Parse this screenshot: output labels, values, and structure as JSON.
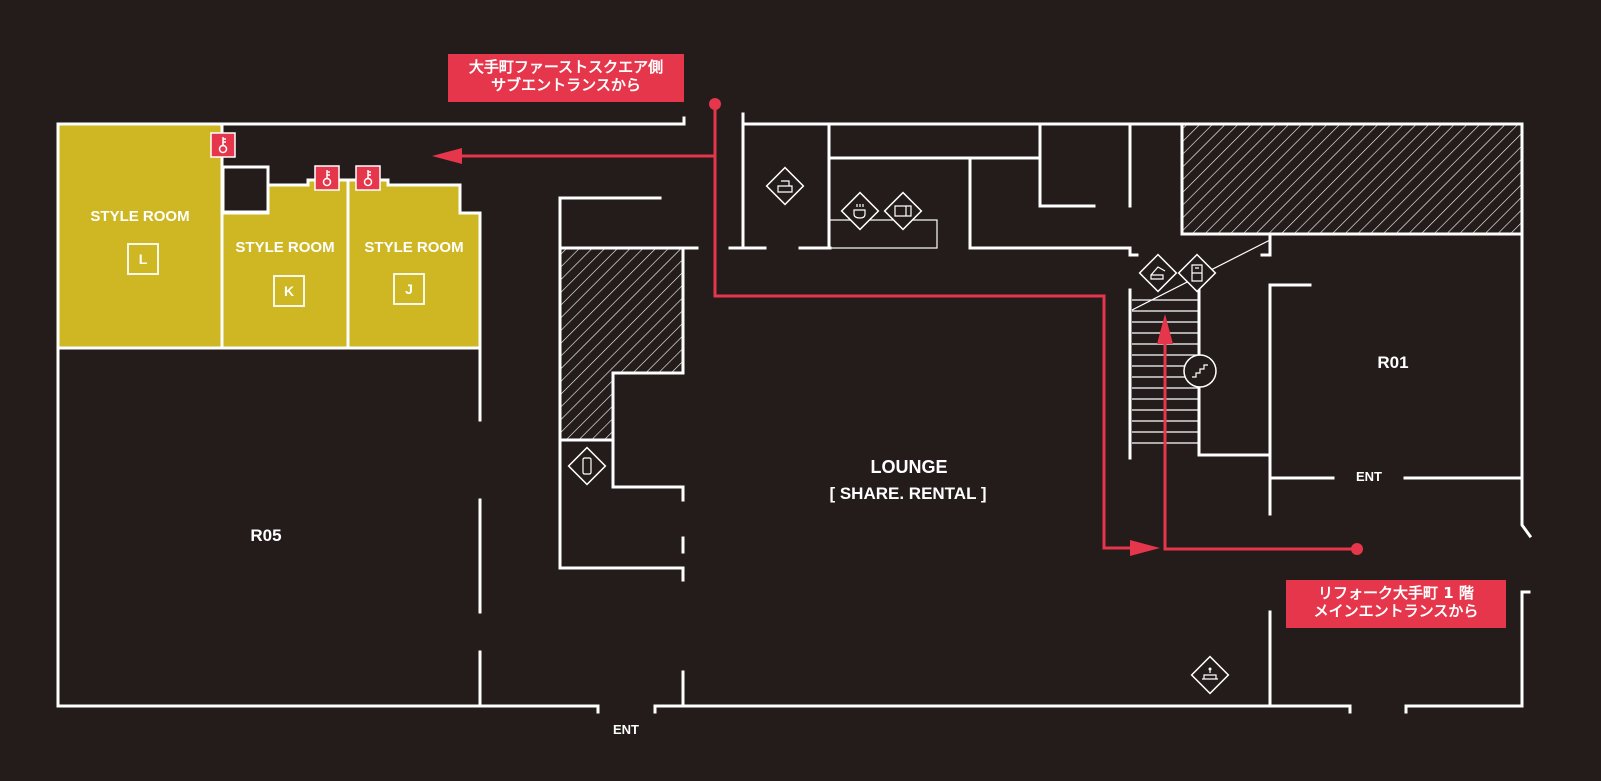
{
  "rooms": {
    "style_l": {
      "label": "STYLE ROOM",
      "code": "L"
    },
    "style_k": {
      "label": "STYLE ROOM",
      "code": "K"
    },
    "style_j": {
      "label": "STYLE ROOM",
      "code": "J"
    },
    "r05": {
      "label": "R05"
    },
    "r01": {
      "label": "R01"
    },
    "lounge": {
      "label": "LOUNGE",
      "sub": "[ SHARE. RENTAL ]"
    }
  },
  "entrances": {
    "bottom": "ENT",
    "right": "ENT"
  },
  "callouts": {
    "sub_entrance": {
      "line1": "大手町ファーストスクエア側",
      "line2": "サブエントランスから"
    },
    "main_entrance": {
      "line1": "リフォーク大手町 1 階",
      "line2": "メインエントランスから"
    }
  },
  "icons": [
    "key-icon",
    "locker-icon",
    "coffee-icon",
    "microwave-icon",
    "phone-booth-icon",
    "print-icon",
    "vending-icon",
    "stairs-icon",
    "reception-icon"
  ],
  "colors": {
    "background": "#231c1b",
    "style_room": "#cfb724",
    "route": "#e5364b",
    "wall": "#ffffff"
  }
}
